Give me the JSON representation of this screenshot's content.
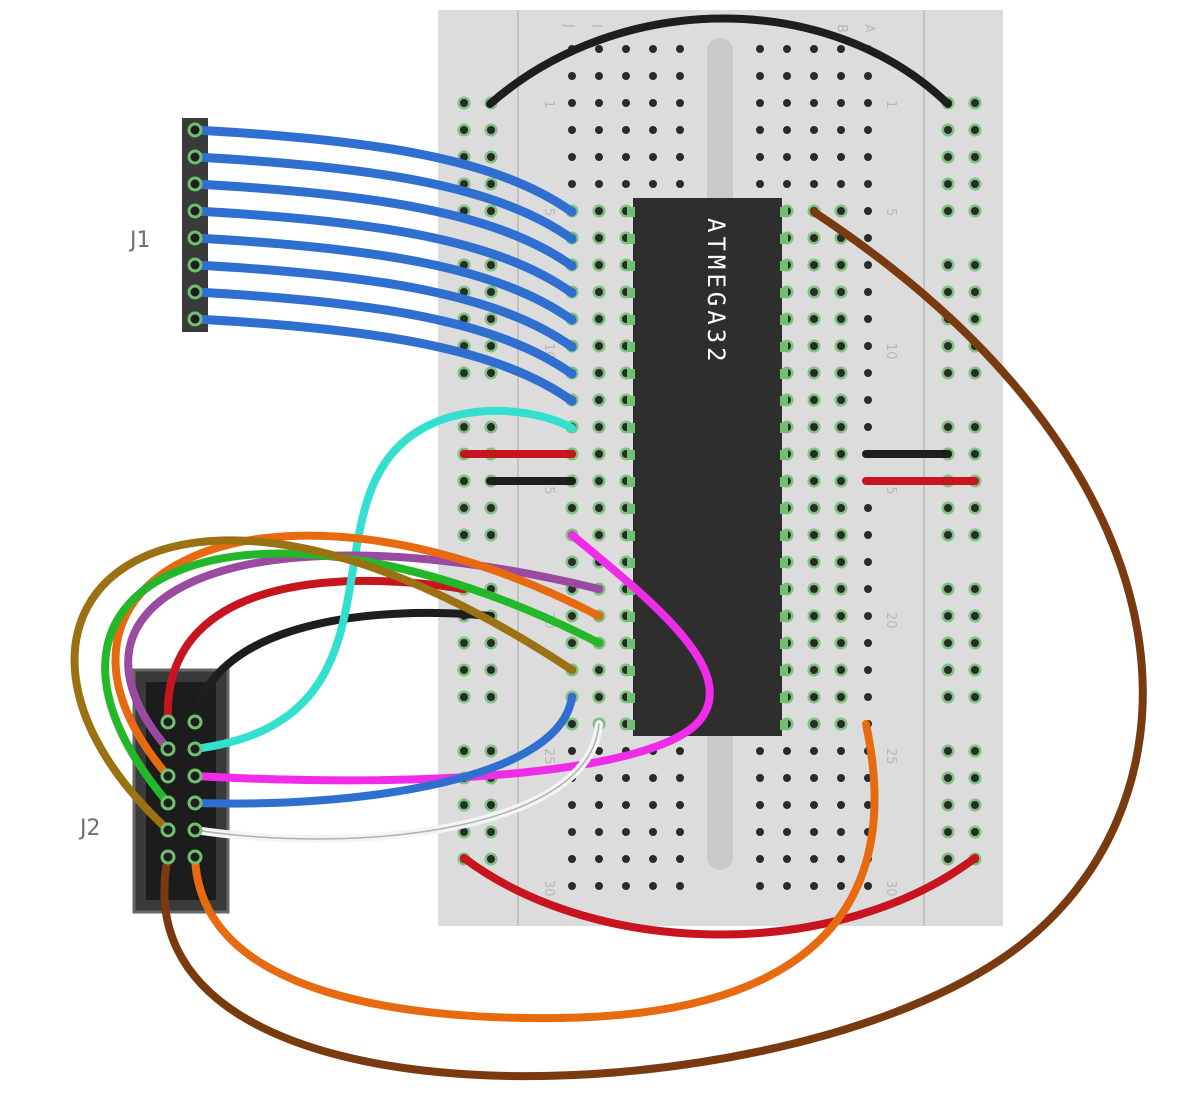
{
  "labels": {
    "j1": "J1",
    "j2": "J2",
    "chip": "ATMEGA32"
  },
  "breadboard": {
    "row_numbers_left": [
      "1",
      "5",
      "10",
      "15",
      "20",
      "25",
      "30"
    ],
    "row_numbers_right": [
      "1",
      "5",
      "10",
      "15",
      "20",
      "25",
      "30"
    ],
    "column_letters_left": [
      "J",
      "I"
    ],
    "column_letters_right": [
      "B",
      "A"
    ]
  },
  "colors": {
    "board": "#dcdcdc",
    "hole": "#2a2a2a",
    "hole_connected": "#7ec07e",
    "chip": "#2e2e2e",
    "header": "#3a3a3a",
    "blue": "#2f6fd0",
    "cyan": "#33e0d0",
    "red": "#c8141e",
    "black": "#1e1e1e",
    "brown": "#7a3a10",
    "orange": "#e86a10",
    "green": "#22b82a",
    "purple": "#9a4aa0",
    "olive": "#9a7214",
    "magenta": "#f02ce8",
    "white": "#f4f4f4"
  }
}
